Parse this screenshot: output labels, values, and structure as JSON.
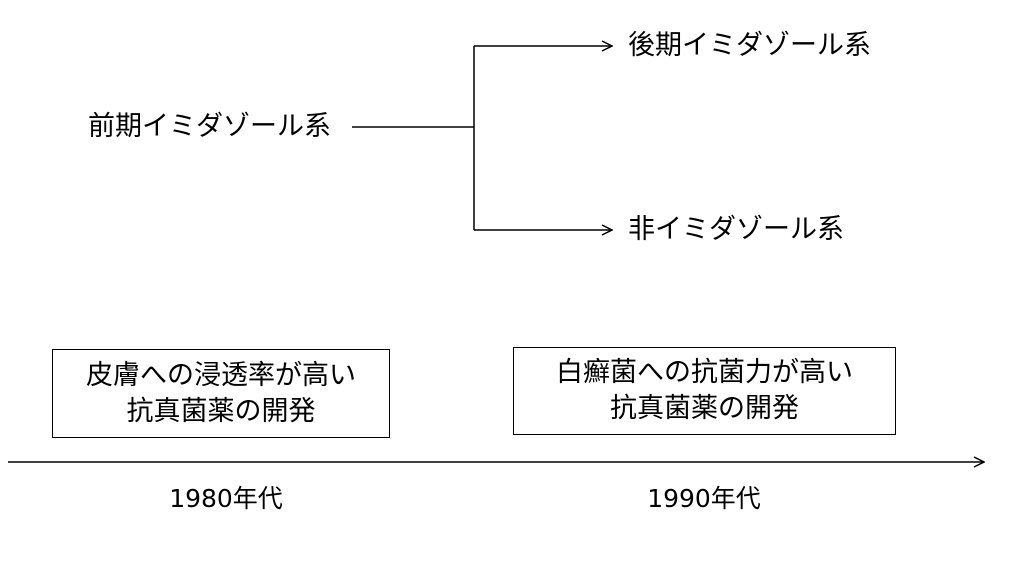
{
  "tree": {
    "root": "前期イミダゾール系",
    "branch_top": "後期イミダゾール系",
    "branch_bottom": "非イミダゾール系"
  },
  "timeline": {
    "eras": [
      {
        "label": "1980年代",
        "box_lines": [
          "皮膚への浸透率が高い",
          "抗真菌薬の開発"
        ]
      },
      {
        "label": "1990年代",
        "box_lines": [
          "白癬菌への抗菌力が高い",
          "抗真菌薬の開発"
        ]
      }
    ]
  },
  "colors": {
    "ink": "#000000",
    "background": "#ffffff"
  }
}
